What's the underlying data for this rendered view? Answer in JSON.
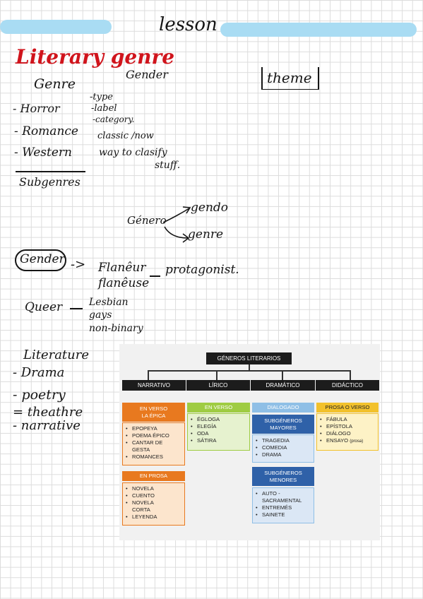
{
  "page_title": "lesson",
  "title": "Literary genre",
  "gender_label": "Gender",
  "theme_box": "theme",
  "genre_heading": "Genre",
  "genre_list": [
    "- Horror",
    "- Romance",
    "- Western"
  ],
  "gender_notes": [
    "-type",
    "-label",
    "-category.",
    "classic /now",
    "way to clasify",
    "stuff."
  ],
  "subgenres": "Subgenres",
  "genero": "Género",
  "genero_branches": [
    "gendo",
    "genre"
  ],
  "gender_circle": "Gender",
  "flaneur": [
    "Flanêur",
    "flanêuse"
  ],
  "protagonist": "protagonist.",
  "queer": "Queer",
  "queer_list": [
    "Lesbian",
    "gays",
    "non-binary"
  ],
  "literature": "Literature",
  "literature_list": [
    "- Drama",
    "- poetry",
    "= theathre",
    "- narrative"
  ],
  "colors": {
    "highlight": "#a9dcf3",
    "title_red": "#d0141c",
    "orange": "#e8791f",
    "green": "#9fcc43",
    "blue": "#8fbfe6",
    "navy": "#2f61a8",
    "yellow": "#f2c12c"
  },
  "infographic": {
    "title": "GÉNEROS LITERARIOS",
    "columns": [
      {
        "header": "NARRATIVO",
        "groups": [
          {
            "label": [
              "EN VERSO",
              "LA ÉPICA"
            ],
            "items": [
              "EPOPEYA",
              "POEMA ÉPICO",
              "CANTAR DE",
              "GESTA",
              "ROMANCES"
            ]
          },
          {
            "label": [
              "EN PROSA"
            ],
            "items": [
              "NOVELA",
              "CUENTO",
              "NOVELA",
              "CORTA",
              "LEYENDA"
            ]
          }
        ]
      },
      {
        "header": "LÍRICO",
        "groups": [
          {
            "label": [
              "EN VERSO"
            ],
            "items": [
              "ÉGLOGA",
              "ELEGÍA",
              "ODA",
              "SÁTIRA"
            ]
          }
        ]
      },
      {
        "header": "DRAMÁTICO",
        "groups": [
          {
            "label": [
              "DIALOGADO"
            ],
            "items": []
          },
          {
            "label": [
              "SUBGÉNEROS",
              "MAYORES"
            ],
            "items": [
              "TRAGEDIA",
              "COMEDIA",
              "DRAMA"
            ]
          },
          {
            "label": [
              "SUBGÉNEROS",
              "MENORES"
            ],
            "items": [
              "AUTO -",
              "SACRAMENTAL",
              "ENTREMÉS",
              "SAINETE"
            ]
          }
        ]
      },
      {
        "header": "DIDÁCTICO",
        "groups": [
          {
            "label": [
              "PROSA O VERSO"
            ],
            "items": [
              "FÁBULA",
              "EPÍSTOLA",
              "DIÁLOGO",
              "ENSAYO"
            ],
            "note": "(prosa)"
          }
        ]
      }
    ]
  }
}
